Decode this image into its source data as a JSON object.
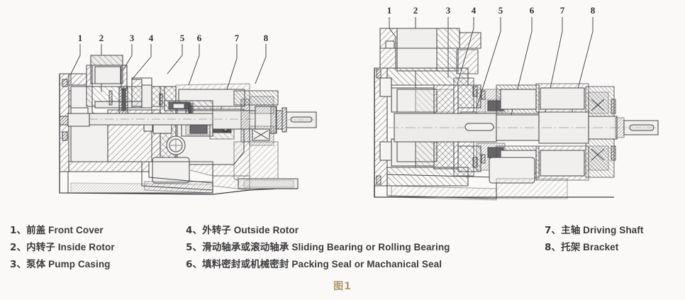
{
  "figure": {
    "caption": "图1",
    "caption_color": "#b3996b",
    "background_color": "#faf9f8",
    "line_color": "#4a4a4d",
    "hatch_color": "#6b6b6e",
    "title_note": "Internal gear pump cross-section assembly drawings"
  },
  "diagrams": [
    {
      "name": "left-pump-section",
      "callout_numbers": [
        "1",
        "2",
        "3",
        "4",
        "5",
        "6",
        "7",
        "8"
      ]
    },
    {
      "name": "right-pump-section",
      "callout_numbers": [
        "1",
        "2",
        "3",
        "4",
        "5",
        "6",
        "7",
        "8"
      ]
    }
  ],
  "legend": {
    "column1": [
      {
        "num": "1、",
        "cn": "前盖",
        "en": "Front Cover"
      },
      {
        "num": "2、",
        "cn": "内转子",
        "en": "Inside Rotor"
      },
      {
        "num": "3、",
        "cn": "泵体",
        "en": "Pump Casing"
      }
    ],
    "column2": [
      {
        "num": "4、",
        "cn": "外转子",
        "en": "Outside Rotor"
      },
      {
        "num": "5、",
        "cn": "滑动轴承或滚动轴承",
        "en": "Sliding Bearing or Rolling Bearing"
      },
      {
        "num": "6、",
        "cn": "填料密封或机械密封",
        "en": "Packing Seal or Machanical Seal"
      }
    ],
    "column3": [
      {
        "num": "7、",
        "cn": "主轴",
        "en": "Driving Shaft"
      },
      {
        "num": "8、",
        "cn": "托架",
        "en": "Bracket"
      }
    ]
  }
}
